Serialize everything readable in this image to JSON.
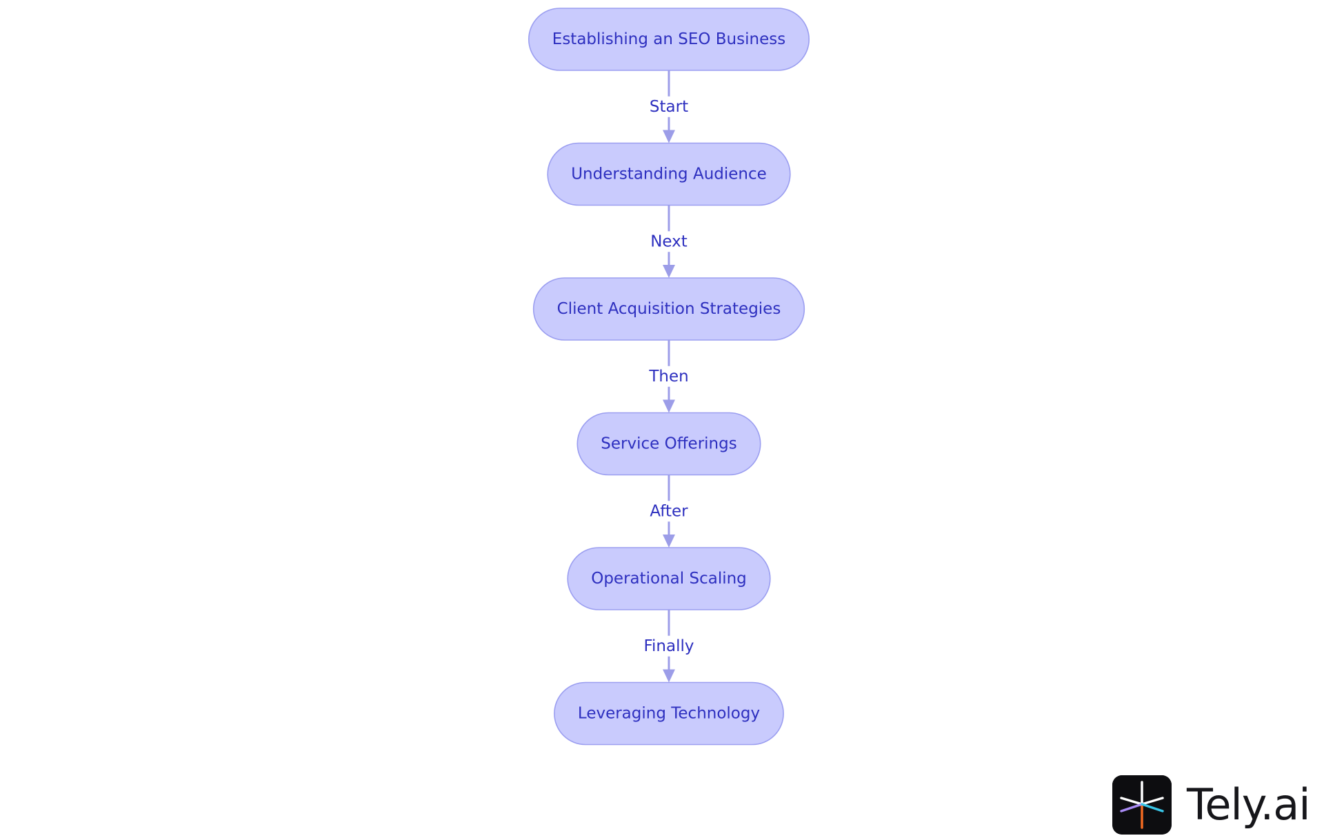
{
  "nodes": [
    {
      "id": "n1",
      "label": "Establishing an SEO Business"
    },
    {
      "id": "n2",
      "label": "Understanding Audience"
    },
    {
      "id": "n3",
      "label": "Client Acquisition Strategies"
    },
    {
      "id": "n4",
      "label": "Service Offerings"
    },
    {
      "id": "n5",
      "label": "Operational Scaling"
    },
    {
      "id": "n6",
      "label": "Leveraging Technology"
    }
  ],
  "edges": [
    {
      "from": "n1",
      "to": "n2",
      "label": "Start"
    },
    {
      "from": "n2",
      "to": "n3",
      "label": "Next"
    },
    {
      "from": "n3",
      "to": "n4",
      "label": "Then"
    },
    {
      "from": "n4",
      "to": "n5",
      "label": "After"
    },
    {
      "from": "n5",
      "to": "n6",
      "label": "Finally"
    }
  ],
  "colors": {
    "node_fill": "#c9cbfd",
    "node_stroke": "#9b9ef0",
    "text": "#2d2fbf",
    "edge": "#9c9de8",
    "logo_bg": "#0d0d10",
    "brand_text": "#16161a"
  },
  "brand": {
    "name": "Tely.ai",
    "logo_icon": "asterisk-star-icon"
  }
}
